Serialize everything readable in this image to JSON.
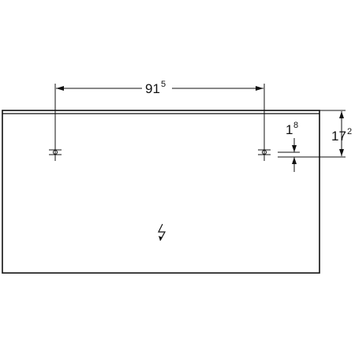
{
  "dimensions": {
    "width": {
      "main": "91",
      "sup": "5"
    },
    "height": {
      "main": "17",
      "sup": "2"
    },
    "offset": {
      "main": "1",
      "sup": "8"
    }
  },
  "symbols": {
    "electrical": "lightning-bolt-icon",
    "mount_point": "mount-point-icon"
  }
}
